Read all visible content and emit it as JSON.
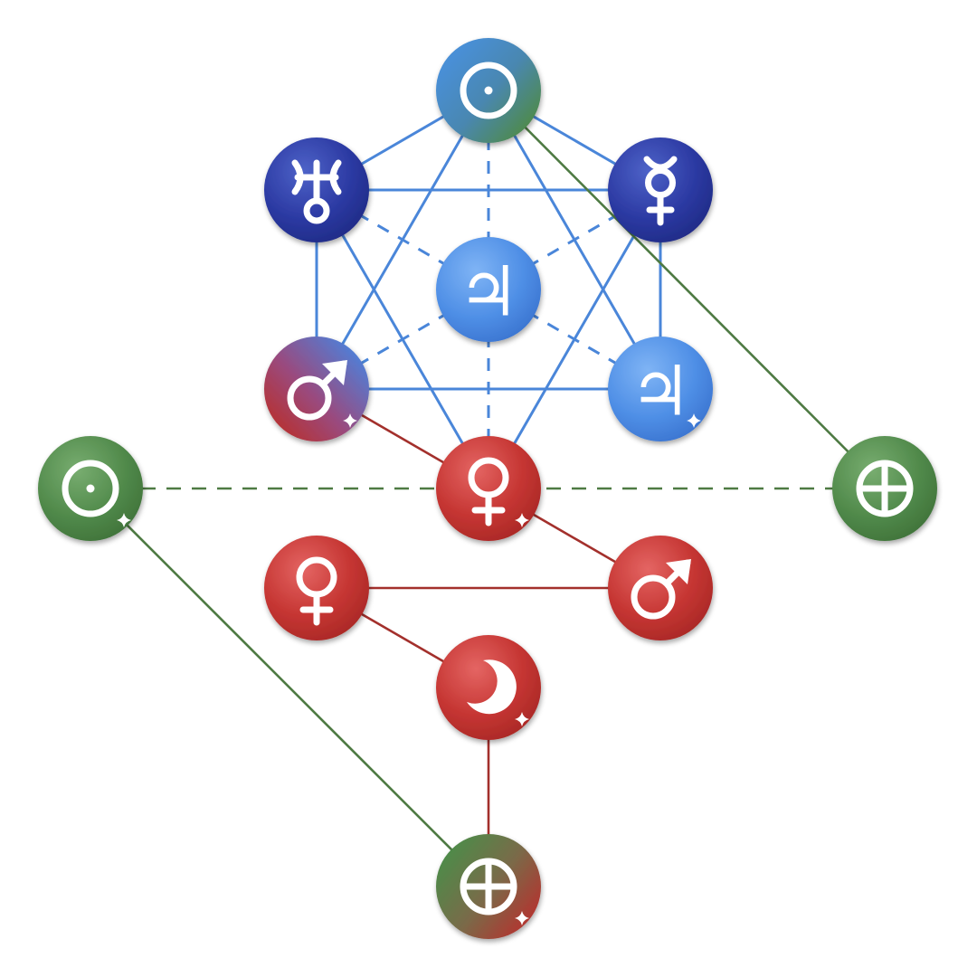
{
  "colors": {
    "blue_edge": "#4a86d9",
    "red_edge": "#a3302c",
    "green_edge": "#4e7a43",
    "light_blue_node": "#4f8fe6",
    "dark_blue_node": "#28359e",
    "red_node": "#c0302e",
    "green_node": "#4f8a4a",
    "glyph": "#ffffff"
  },
  "nodes": [
    {
      "id": "sun-top",
      "symbol": "sun",
      "fill": "blue-green",
      "star": false
    },
    {
      "id": "uranus",
      "symbol": "uranus",
      "fill": "dark-blue",
      "star": false
    },
    {
      "id": "mercury",
      "symbol": "mercury",
      "fill": "dark-blue",
      "star": false
    },
    {
      "id": "jupiter-center",
      "symbol": "jupiter",
      "text": "♃",
      "fill": "light-blue",
      "star": false
    },
    {
      "id": "mars-upper",
      "symbol": "mars",
      "fill": "red-blue",
      "star": true
    },
    {
      "id": "jupiter-right",
      "symbol": "jupiter",
      "text": "♃",
      "fill": "light-blue",
      "star": true
    },
    {
      "id": "venus-center",
      "symbol": "venus",
      "fill": "red",
      "star": true
    },
    {
      "id": "sun-left",
      "symbol": "sun",
      "fill": "green",
      "star": true
    },
    {
      "id": "earth-right",
      "symbol": "earth",
      "fill": "green",
      "star": false
    },
    {
      "id": "venus-lower",
      "symbol": "venus",
      "fill": "red",
      "star": false
    },
    {
      "id": "mars-lower",
      "symbol": "mars",
      "fill": "red",
      "star": false
    },
    {
      "id": "moon",
      "symbol": "moon",
      "fill": "red",
      "star": true
    },
    {
      "id": "earth-bottom",
      "symbol": "earth",
      "fill": "green-red",
      "star": true
    }
  ],
  "edges": [
    {
      "from": "sun-top",
      "to": "uranus",
      "color": "blue",
      "style": "solid"
    },
    {
      "from": "sun-top",
      "to": "mercury",
      "color": "blue",
      "style": "solid"
    },
    {
      "from": "uranus",
      "to": "mercury",
      "color": "blue",
      "style": "solid"
    },
    {
      "from": "uranus",
      "to": "mars-upper",
      "color": "blue",
      "style": "solid"
    },
    {
      "from": "mercury",
      "to": "jupiter-right",
      "color": "blue",
      "style": "solid"
    },
    {
      "from": "mars-upper",
      "to": "jupiter-right",
      "color": "blue",
      "style": "solid"
    },
    {
      "from": "sun-top",
      "to": "mars-upper",
      "color": "blue",
      "style": "solid"
    },
    {
      "from": "sun-top",
      "to": "jupiter-right",
      "color": "blue",
      "style": "solid"
    },
    {
      "from": "uranus",
      "to": "venus-center",
      "color": "blue",
      "style": "solid"
    },
    {
      "from": "mercury",
      "to": "venus-center",
      "color": "blue",
      "style": "solid"
    },
    {
      "from": "sun-top",
      "to": "jupiter-center",
      "color": "blue",
      "style": "dashed"
    },
    {
      "from": "uranus",
      "to": "jupiter-center",
      "color": "blue",
      "style": "dashed"
    },
    {
      "from": "mercury",
      "to": "jupiter-center",
      "color": "blue",
      "style": "dashed"
    },
    {
      "from": "mars-upper",
      "to": "jupiter-center",
      "color": "blue",
      "style": "dashed"
    },
    {
      "from": "jupiter-right",
      "to": "jupiter-center",
      "color": "blue",
      "style": "dashed"
    },
    {
      "from": "venus-center",
      "to": "jupiter-center",
      "color": "blue",
      "style": "dashed"
    },
    {
      "from": "mars-upper",
      "to": "venus-center",
      "color": "red",
      "style": "solid"
    },
    {
      "from": "venus-center",
      "to": "mars-lower",
      "color": "red",
      "style": "solid"
    },
    {
      "from": "venus-lower",
      "to": "mars-lower",
      "color": "red",
      "style": "solid"
    },
    {
      "from": "venus-lower",
      "to": "moon",
      "color": "red",
      "style": "solid"
    },
    {
      "from": "moon",
      "to": "earth-bottom",
      "color": "red",
      "style": "solid"
    },
    {
      "from": "sun-top",
      "to": "earth-right",
      "color": "green",
      "style": "solid"
    },
    {
      "from": "sun-left",
      "to": "earth-bottom",
      "color": "green",
      "style": "solid"
    },
    {
      "from": "sun-left",
      "to": "earth-right",
      "color": "green",
      "style": "dashed"
    }
  ]
}
